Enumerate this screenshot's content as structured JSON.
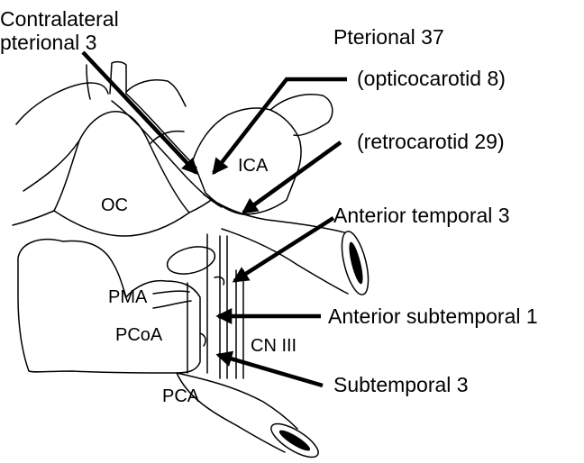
{
  "labels": {
    "contralateral": "Contralateral",
    "contralateral_approach": "pterional 3",
    "pterional": "Pterional 37",
    "opticocarotid": "(opticocarotid 8)",
    "retrocarotid": "(retrocarotid 29)",
    "anterior_temporal": "Anterior temporal 3",
    "anterior_subtemporal": "Anterior subtemporal 1",
    "subtemporal": "Subtemporal 3"
  },
  "structures": {
    "oc": "OC",
    "ica": "ICA",
    "pma": "PMA",
    "pcoa": "PCoA",
    "cn3": "CN III",
    "pca": "PCA"
  },
  "colors": {
    "line": "#000000",
    "background": "#ffffff"
  }
}
